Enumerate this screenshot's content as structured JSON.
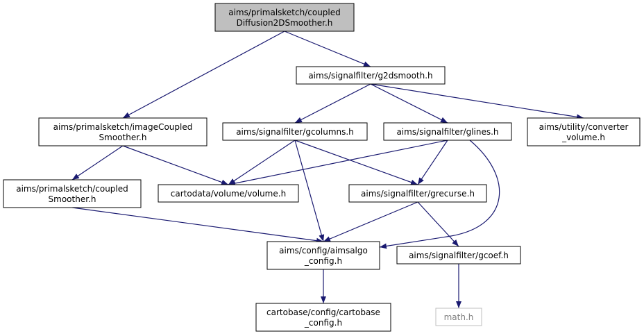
{
  "graph": {
    "nodes": [
      {
        "id": "root",
        "lines": [
          "aims/primalsketch/coupled",
          "Diffusion2DSmoother.h"
        ],
        "style": "root"
      },
      {
        "id": "g2dsmooth",
        "lines": [
          "aims/signalfilter/g2dsmooth.h"
        ],
        "style": "normal"
      },
      {
        "id": "imageCoupled",
        "lines": [
          "aims/primalsketch/imageCoupled",
          "Smoother.h"
        ],
        "style": "normal"
      },
      {
        "id": "gcolumns",
        "lines": [
          "aims/signalfilter/gcolumns.h"
        ],
        "style": "normal"
      },
      {
        "id": "glines",
        "lines": [
          "aims/signalfilter/glines.h"
        ],
        "style": "normal"
      },
      {
        "id": "converter",
        "lines": [
          "aims/utility/converter",
          "_volume.h"
        ],
        "style": "normal"
      },
      {
        "id": "coupledSmoother",
        "lines": [
          "aims/primalsketch/coupled",
          "Smoother.h"
        ],
        "style": "normal"
      },
      {
        "id": "volume",
        "lines": [
          "cartodata/volume/volume.h"
        ],
        "style": "normal"
      },
      {
        "id": "grecurse",
        "lines": [
          "aims/signalfilter/grecurse.h"
        ],
        "style": "normal"
      },
      {
        "id": "aimsalgo",
        "lines": [
          "aims/config/aimsalgo",
          "_config.h"
        ],
        "style": "normal"
      },
      {
        "id": "gcoef",
        "lines": [
          "aims/signalfilter/gcoef.h"
        ],
        "style": "normal"
      },
      {
        "id": "cartobase",
        "lines": [
          "cartobase/config/cartobase",
          "_config.h"
        ],
        "style": "normal"
      },
      {
        "id": "math",
        "lines": [
          "math.h"
        ],
        "style": "external"
      }
    ],
    "edges": [
      [
        "root",
        "g2dsmooth"
      ],
      [
        "root",
        "imageCoupled"
      ],
      [
        "g2dsmooth",
        "gcolumns"
      ],
      [
        "g2dsmooth",
        "glines"
      ],
      [
        "g2dsmooth",
        "converter"
      ],
      [
        "imageCoupled",
        "coupledSmoother"
      ],
      [
        "imageCoupled",
        "volume"
      ],
      [
        "gcolumns",
        "volume"
      ],
      [
        "gcolumns",
        "grecurse"
      ],
      [
        "gcolumns",
        "aimsalgo"
      ],
      [
        "glines",
        "volume"
      ],
      [
        "glines",
        "grecurse"
      ],
      [
        "glines",
        "aimsalgo"
      ],
      [
        "coupledSmoother",
        "aimsalgo"
      ],
      [
        "grecurse",
        "aimsalgo"
      ],
      [
        "grecurse",
        "gcoef"
      ],
      [
        "aimsalgo",
        "cartobase"
      ],
      [
        "gcoef",
        "math"
      ]
    ],
    "colors": {
      "edge": "#191970",
      "root_fill": "#bfbfbf",
      "node_fill": "#ffffff",
      "node_border": "#000000",
      "external_border": "#bfbfbf",
      "external_text": "#7f7f7f"
    }
  }
}
